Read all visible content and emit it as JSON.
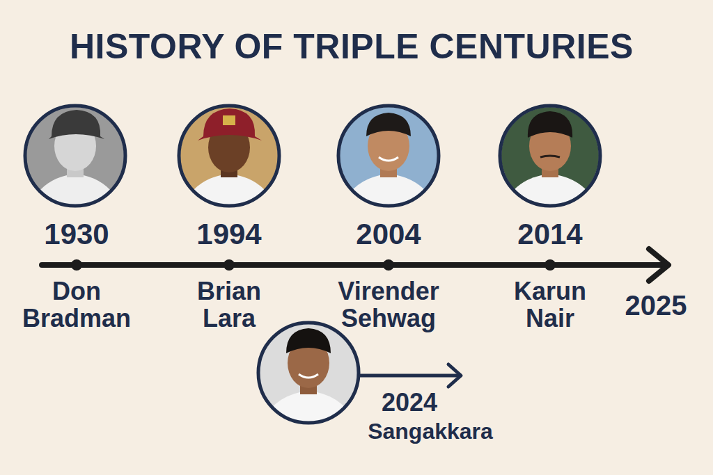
{
  "diagram": {
    "title": "HISTORY OF TRIPLE CENTURIES",
    "labels": [
      "1930",
      "1994",
      "2004",
      "2014",
      "Don Bradman",
      "Brian Lara",
      "Virender Sehwag",
      "Karun Nair",
      "2025",
      "2024",
      "Sangakkara"
    ]
  }
}
